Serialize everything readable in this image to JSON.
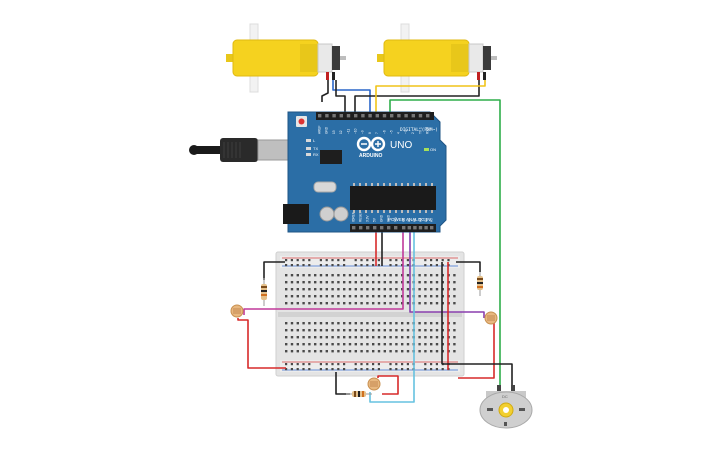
{
  "board": {
    "brand": "ARDUINO",
    "model": "UNO",
    "digital_header": "DIGITAL (PWM~)",
    "analog_header": "ANALOG IN",
    "power_header": "POWER",
    "on_led": "ON",
    "tx_label": "TX",
    "rx_label": "RX",
    "led_label": "L",
    "digital_pins": [
      "AREF",
      "GND",
      "13",
      "12",
      "~11",
      "~10",
      "~9",
      "8",
      "7",
      "~6",
      "~5",
      "4",
      "~3",
      "2",
      "TX 1",
      "RX 0"
    ],
    "power_pins": [
      "IOREF",
      "RESET",
      "3.3V",
      "5V",
      "GND",
      "GND",
      "Vin"
    ],
    "analog_pins": [
      "A0",
      "A1",
      "A2",
      "A3",
      "A4",
      "A5"
    ]
  },
  "dc_motor": {
    "label": "DC"
  },
  "colors": {
    "board": "#2b6ea6",
    "motor_yellow": "#f5d21f",
    "wire_red": "#d72a2a",
    "wire_black": "#222222",
    "wire_green": "#2eae4a",
    "wire_blue": "#2a66c9",
    "wire_yellow": "#f0c419",
    "wire_purple": "#8a3fae",
    "wire_magenta": "#c0399a",
    "wire_lightblue": "#66c2e0"
  }
}
